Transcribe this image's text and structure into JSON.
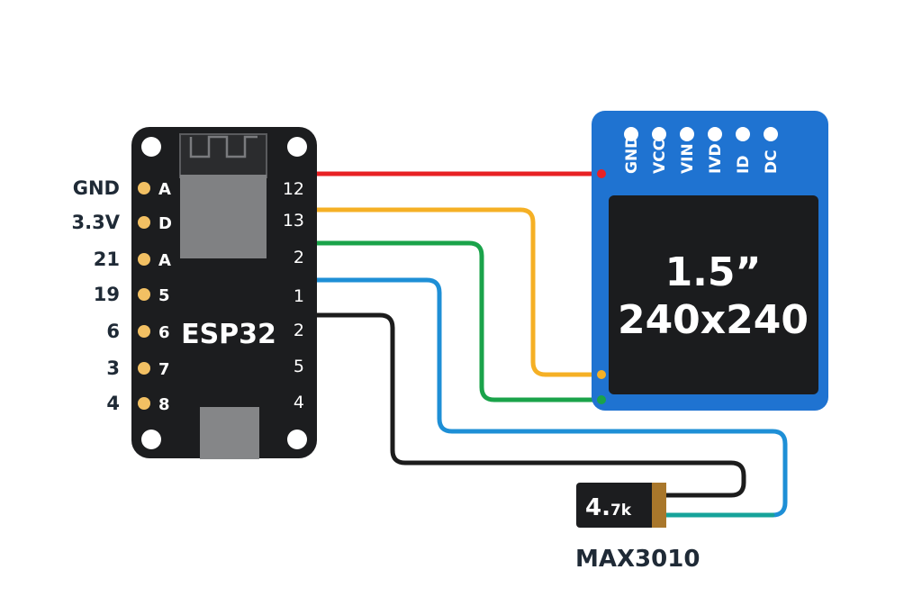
{
  "esp32": {
    "name": "ESP32",
    "left_labels": [
      "GND",
      "3.3V",
      "21",
      "19",
      "6",
      "3",
      "4"
    ],
    "left_pins": [
      "A",
      "D",
      "A",
      "5",
      "6",
      "7",
      "8"
    ],
    "right_pins": [
      "12",
      "13",
      "2",
      "1",
      "2",
      "5",
      "4"
    ]
  },
  "display": {
    "pins": [
      "GND",
      "VCC",
      "VIN",
      "IVD",
      "ID",
      "DC"
    ],
    "size": "1.5”",
    "resolution": "240x240"
  },
  "resistor": {
    "value": "4.",
    "unit": "7k"
  },
  "sensor": {
    "name": "MAX3010"
  },
  "colors": {
    "board": "#1c1d1f",
    "display_pcb": "#1f73d1",
    "screen": "#1b1c1e",
    "pin_dot": "#f2c063",
    "wire_red": "#e82124",
    "wire_orange": "#f5b025",
    "wire_green": "#1aa34a",
    "wire_blue": "#1e8fd6",
    "wire_black": "#1c1c1c",
    "wire_teal": "#16a39a"
  }
}
